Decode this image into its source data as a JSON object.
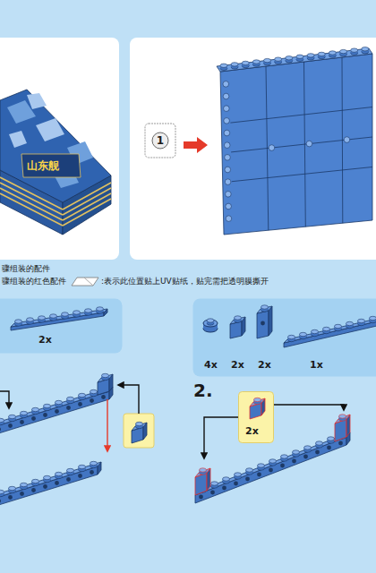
{
  "diagram": {
    "nodes": [
      {
        "text": [
          "2x"
        ]
      },
      {
        "text": [
          "4x",
          "2x",
          "2x",
          "1x"
        ]
      },
      {
        "text": [
          "2x"
        ]
      }
    ],
    "labels": [
      "山东舰",
      "1",
      "2."
    ],
    "legend": [
      {
        "text": "骤组装的配件"
      },
      {
        "text": "骤组装的红色配件"
      },
      {
        "text": ":表示此位置贴上UV贴纸，贴完需把透明膜撕开"
      }
    ]
  }
}
